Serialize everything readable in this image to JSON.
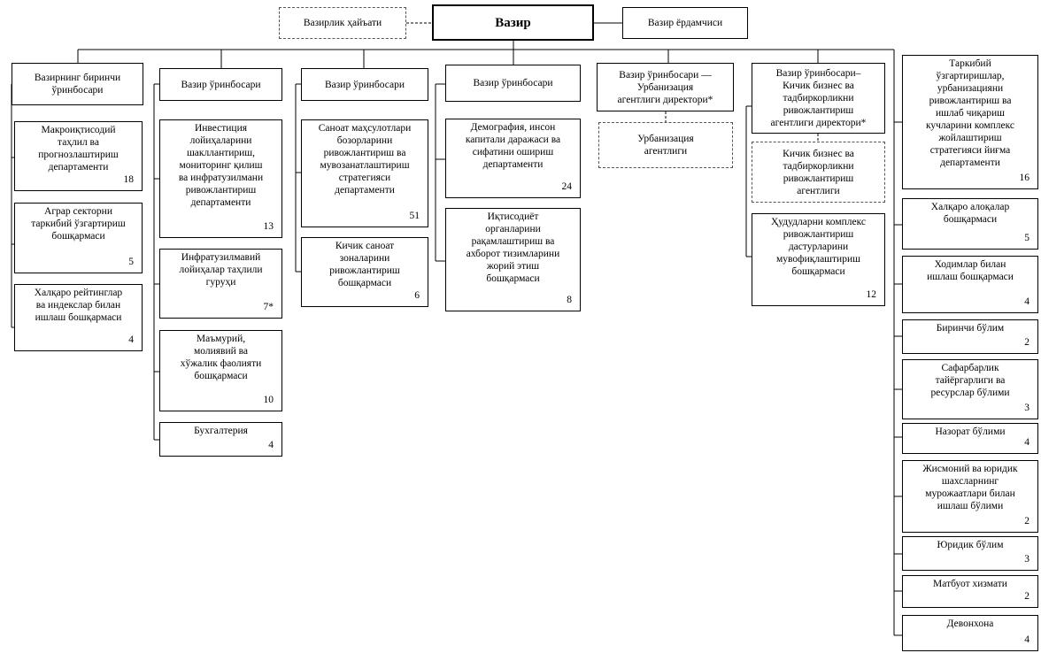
{
  "top": {
    "minister": "Вазир",
    "council": "Вазирлик ҳайъати",
    "assistant": "Вазир ёрдамчиси"
  },
  "columns": [
    {
      "head": "Вазирнинг биринчи\nўринбосари",
      "units": [
        {
          "text": "Макроиқтисодий\nтаҳлил ва\nпрогнозлаштириш\nдепартаменти",
          "count": "18"
        },
        {
          "text": "Аграр секторни\nтаркибий ўзгартириш\nбошқармаси",
          "count": "5"
        },
        {
          "text": "Халқаро рейтинглар\nва индекслар билан\nишлаш бошқармаси",
          "count": "4"
        }
      ]
    },
    {
      "head": "Вазир ўринбосари",
      "units": [
        {
          "text": "Инвестиция\nлойиҳаларини\nшакллантириш,\nмониторинг қилиш\nва инфратузилмани\nривожлантириш\nдепартаменти",
          "count": "13"
        },
        {
          "text": "Инфратузилмавий\nлойиҳалар таҳлили\nгуруҳи",
          "count": "7*"
        },
        {
          "text": "Маъмурий,\nмолиявий ва\nхўжалик фаолияти\nбошқармаси",
          "count": "10"
        },
        {
          "text": "Бухгалтерия",
          "count": "4"
        }
      ]
    },
    {
      "head": "Вазир ўринбосари",
      "units": [
        {
          "text": "Саноат маҳсулотлари\nбозорларини\nривожлантириш ва\nмувозанатлаштириш\nстратегияси\nдепартаменти",
          "count": "51"
        },
        {
          "text": "Кичик саноат\nзоналарини\nривожлантириш\nбошқармаси",
          "count": "6"
        }
      ]
    },
    {
      "head": "Вазир ўринбосари",
      "units": [
        {
          "text": "Демография, инсон\nкапитали даражаси ва\nсифатини ошириш\nдепартаменти",
          "count": "24"
        },
        {
          "text": "Иқтисодиёт\nорганларини\nрақамлаштириш ва\nахборот тизимларини\nжорий этиш\nбошқармаси",
          "count": "8"
        }
      ]
    },
    {
      "head": "Вазир ўринбосари —\nУрбанизация\nагентлиги директори*",
      "agency": "Урбанизация\nагентлиги"
    },
    {
      "head": "Вазир ўринбосари–\nКичик бизнес ва\nтадбиркорликни\nривожлантириш\nагентлиги директори*",
      "agency": "Кичик бизнес ва\nтадбиркорликни\nривожлантириш\nагентлиги",
      "units": [
        {
          "text": "Ҳудудларни комплекс\nривожлантириш\nдастурларини\nмувофиқлаштириш\nбошқармаси",
          "count": "12"
        }
      ]
    }
  ],
  "right_column": [
    {
      "text": "Таркибий\nўзгартиришлар,\nурбанизацияни\nривожлантириш ва\nишлаб чиқариш\nкучларини комплекс\nжойлаштириш\nстратегияси йиғма\nдепартаменти",
      "count": "16"
    },
    {
      "text": "Халқаро алоқалар\nбошқармаси",
      "count": "5"
    },
    {
      "text": "Ходимлар билан\nишлаш бошқармаси",
      "count": "4"
    },
    {
      "text": "Биринчи бўлим",
      "count": "2"
    },
    {
      "text": "Сафарбарлик\nтайёргарлиги ва\nресурслар бўлими",
      "count": "3"
    },
    {
      "text": "Назорат бўлими",
      "count": "4"
    },
    {
      "text": "Жисмоний ва юридик\nшахсларнинг\nмурожаатлари билан\nишлаш бўлими",
      "count": "2"
    },
    {
      "text": "Юридик бўлим",
      "count": "3"
    },
    {
      "text": "Матбуот хизмати",
      "count": "2"
    },
    {
      "text": "Девонхона",
      "count": "4"
    }
  ]
}
